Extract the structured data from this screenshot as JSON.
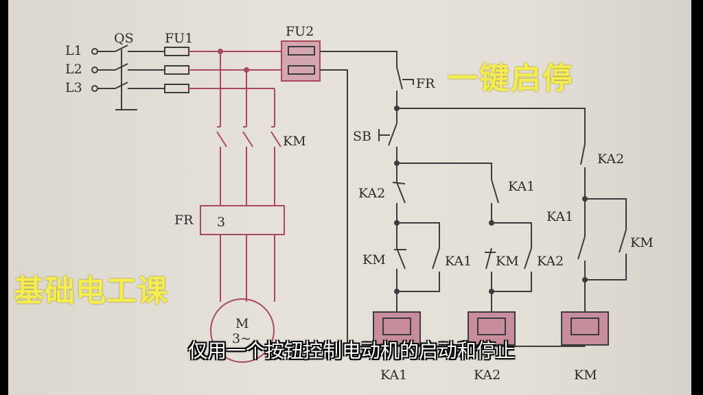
{
  "overlay": {
    "title": "一键启停",
    "course": "基础电工课",
    "subtitle": "仅用一个按钮控制电动机的启动和停止"
  },
  "labels": {
    "L1": "L1",
    "L2": "L2",
    "L3": "L3",
    "QS": "QS",
    "FU1": "FU1",
    "FU2": "FU2",
    "KM_main": "KM",
    "FR_main": "FR",
    "FR_num": "3",
    "M": "M",
    "M3": "3~",
    "FR_ctrl": "FR",
    "SB": "SB",
    "KA2_a": "KA2",
    "KA1_a": "KA1",
    "KA2_top": "KA2",
    "KA1_c": "KA1",
    "KM_c": "KM",
    "KM_n1": "KM",
    "KA1_b": "KA1",
    "KM_n2": "KM",
    "KA2_b": "KA2",
    "coil1": "KA1",
    "coil2": "KA2",
    "coil3": "KM"
  },
  "colors": {
    "red_wire": "#a8485c",
    "black_wire": "#3b3a3c",
    "overlay_yellow": "#f5ec52"
  }
}
